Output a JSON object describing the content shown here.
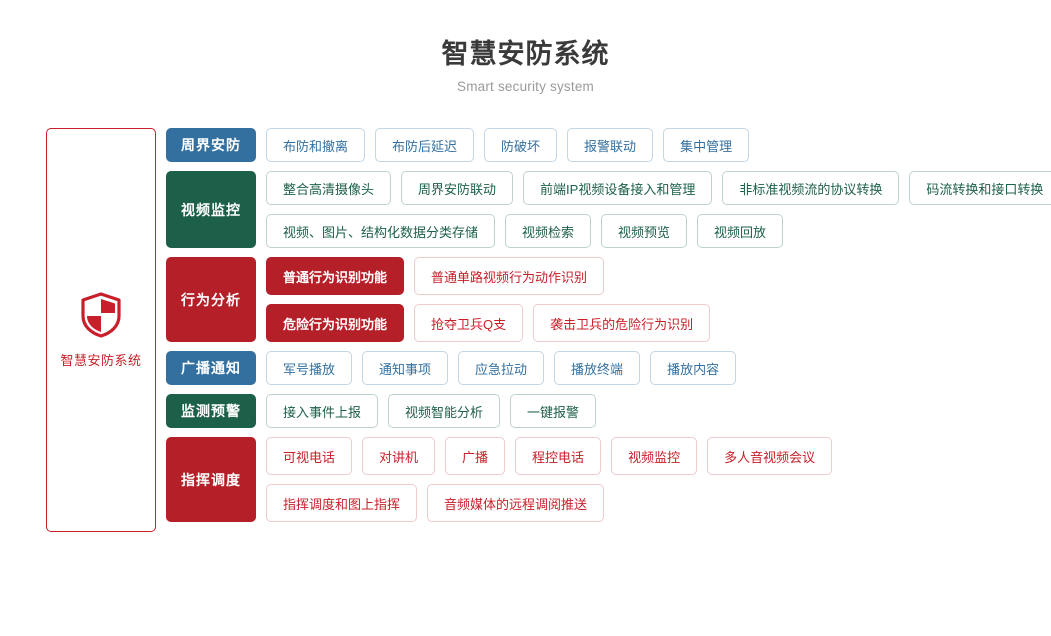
{
  "header": {
    "title": "智慧安防系统",
    "subtitle": "Smart security system"
  },
  "brand": {
    "icon": "shield-icon",
    "name": "智慧安防系统",
    "color": "#c8202a"
  },
  "colors": {
    "blue": "#33709f",
    "green": "#1d6049",
    "red": "#b51f28",
    "brand_red": "#c8202a",
    "title": "#3a3a3a",
    "subtitle": "#9a9a9a",
    "background": "#ffffff"
  },
  "rows": [
    {
      "category": "周界安防",
      "theme": "blue",
      "lines": [
        {
          "items": [
            {
              "label": "布防和撤离",
              "style": "outline"
            },
            {
              "label": "布防后延迟",
              "style": "outline"
            },
            {
              "label": "防破坏",
              "style": "outline"
            },
            {
              "label": "报警联动",
              "style": "outline"
            },
            {
              "label": "集中管理",
              "style": "outline"
            }
          ]
        }
      ]
    },
    {
      "category": "视频监控",
      "theme": "green",
      "lines": [
        {
          "items": [
            {
              "label": "整合高清摄像头",
              "style": "outline"
            },
            {
              "label": "周界安防联动",
              "style": "outline"
            },
            {
              "label": "前端IP视频设备接入和管理",
              "style": "outline"
            },
            {
              "label": "非标准视频流的协议转换",
              "style": "outline"
            },
            {
              "label": "码流转换和接口转换",
              "style": "outline"
            }
          ]
        },
        {
          "items": [
            {
              "label": "视频、图片、结构化数据分类存储",
              "style": "outline"
            },
            {
              "label": "视频检索",
              "style": "outline"
            },
            {
              "label": "视频预览",
              "style": "outline"
            },
            {
              "label": "视频回放",
              "style": "outline"
            }
          ]
        }
      ]
    },
    {
      "category": "行为分析",
      "theme": "red",
      "lines": [
        {
          "items": [
            {
              "label": "普通行为识别功能",
              "style": "solid"
            },
            {
              "label": "普通单路视频行为动作识别",
              "style": "outline"
            }
          ]
        },
        {
          "items": [
            {
              "label": "危险行为识别功能",
              "style": "solid"
            },
            {
              "label": "抢夺卫兵Q支",
              "style": "outline"
            },
            {
              "label": "袭击卫兵的危险行为识别",
              "style": "outline"
            }
          ]
        }
      ]
    },
    {
      "category": "广播通知",
      "theme": "blue",
      "lines": [
        {
          "items": [
            {
              "label": "军号播放",
              "style": "outline"
            },
            {
              "label": "通知事项",
              "style": "outline"
            },
            {
              "label": "应急拉动",
              "style": "outline"
            },
            {
              "label": "播放终端",
              "style": "outline"
            },
            {
              "label": "播放内容",
              "style": "outline"
            }
          ]
        }
      ]
    },
    {
      "category": "监测预警",
      "theme": "green",
      "lines": [
        {
          "items": [
            {
              "label": "接入事件上报",
              "style": "outline"
            },
            {
              "label": "视频智能分析",
              "style": "outline"
            },
            {
              "label": "一键报警",
              "style": "outline"
            }
          ]
        }
      ]
    },
    {
      "category": "指挥调度",
      "theme": "red",
      "lines": [
        {
          "items": [
            {
              "label": "可视电话",
              "style": "outline"
            },
            {
              "label": "对讲机",
              "style": "outline"
            },
            {
              "label": "广播",
              "style": "outline"
            },
            {
              "label": "程控电话",
              "style": "outline"
            },
            {
              "label": "视频监控",
              "style": "outline"
            },
            {
              "label": "多人音视频会议",
              "style": "outline"
            }
          ]
        },
        {
          "items": [
            {
              "label": "指挥调度和图上指挥",
              "style": "outline"
            },
            {
              "label": "音频媒体的远程调阅推送",
              "style": "outline"
            }
          ]
        }
      ]
    }
  ]
}
